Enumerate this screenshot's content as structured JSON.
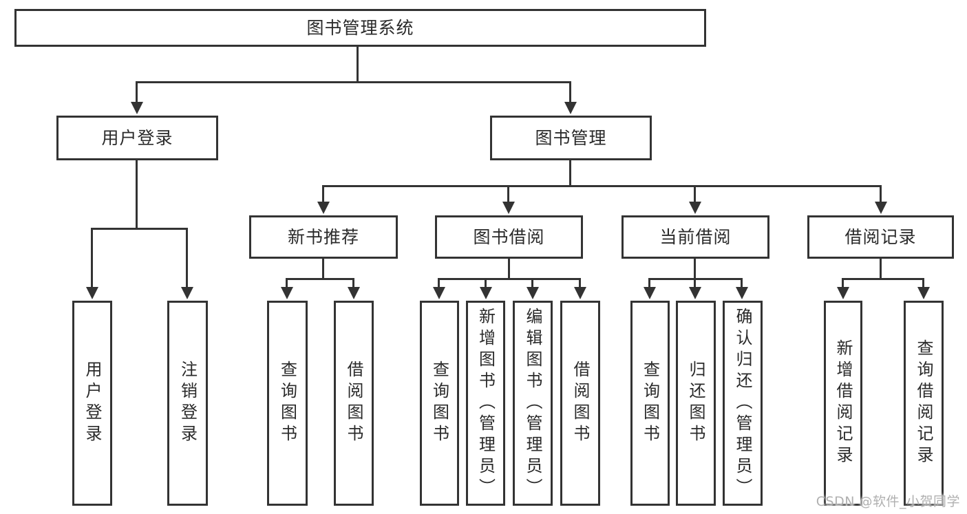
{
  "diagram": {
    "title": "图书管理系统",
    "colors": {
      "line": "#333333",
      "text": "#2a2a2a",
      "background": "#ffffff",
      "watermark": "#b0b0b0"
    },
    "tree": {
      "root": {
        "label": "图书管理系统"
      },
      "branches": [
        {
          "label": "用户登录",
          "children": [
            {
              "label": "用户登录"
            },
            {
              "label": "注销登录"
            }
          ]
        },
        {
          "label": "图书管理",
          "sections": [
            {
              "label": "新书推荐",
              "children": [
                {
                  "label": "查询图书"
                },
                {
                  "label": "借阅图书"
                }
              ]
            },
            {
              "label": "图书借阅",
              "children": [
                {
                  "label": "查询图书"
                },
                {
                  "label": "新增图书（管理员）"
                },
                {
                  "label": "编辑图书（管理员）"
                },
                {
                  "label": "借阅图书"
                }
              ]
            },
            {
              "label": "当前借阅",
              "children": [
                {
                  "label": "查询图书"
                },
                {
                  "label": "归还图书"
                },
                {
                  "label": "确认归还（管理员）"
                }
              ]
            },
            {
              "label": "借阅记录",
              "children": [
                {
                  "label": "新增借阅记录"
                },
                {
                  "label": "查询借阅记录"
                }
              ]
            }
          ]
        }
      ]
    },
    "watermark": {
      "text": "CSDN @软件_小贺同学"
    }
  }
}
